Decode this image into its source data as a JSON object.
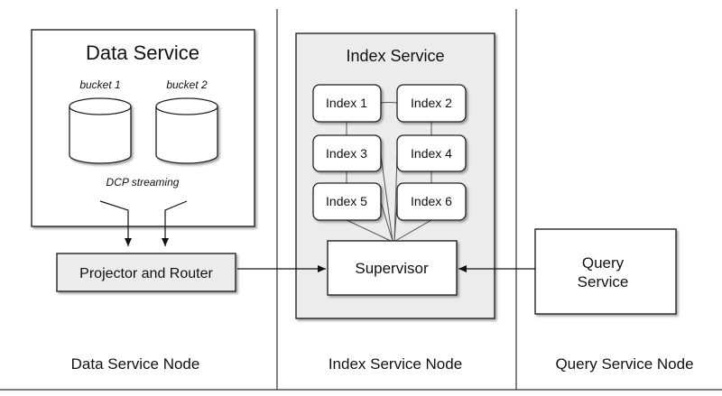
{
  "data_node": {
    "box_title": "Data Service",
    "buckets": [
      "bucket 1",
      "bucket 2"
    ],
    "dcp_label": "DCP streaming",
    "projector_label": "Projector and Router",
    "node_label": "Data Service Node"
  },
  "index_node": {
    "box_title": "Index Service",
    "indexes": [
      "Index 1",
      "Index 2",
      "Index 3",
      "Index 4",
      "Index 5",
      "Index 6"
    ],
    "supervisor_label": "Supervisor",
    "node_label": "Index Service Node"
  },
  "query_node": {
    "service_label_line1": "Query",
    "service_label_line2": "Service",
    "node_label": "Query Service Node"
  }
}
